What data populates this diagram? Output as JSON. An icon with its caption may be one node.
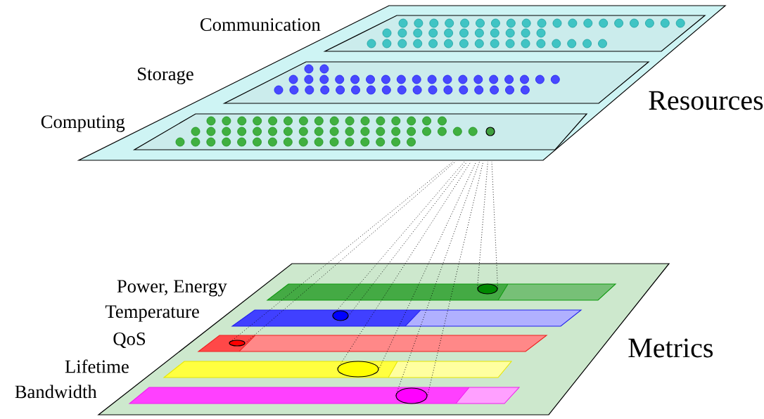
{
  "diagram": {
    "nodes": [
      {
        "text": [
          "Resources"
        ]
      },
      {
        "text": [
          "Communication"
        ],
        "in": 0
      },
      {
        "text": [
          "Storage"
        ],
        "in": 0
      },
      {
        "text": [
          "Computing"
        ],
        "in": 0
      },
      {
        "text": [],
        "shape": "circle",
        "in": 3
      },
      {
        "text": [
          "Metrics"
        ]
      },
      {
        "text": [
          "Power, Energy"
        ],
        "in": 5
      },
      {
        "text": [
          "Temperature"
        ],
        "in": 5
      },
      {
        "text": [
          "QoS"
        ],
        "in": 5
      },
      {
        "text": [
          "Lifetime"
        ],
        "in": 5
      },
      {
        "text": [
          "Bandwidth"
        ],
        "in": 5
      },
      {
        "text": [],
        "shape": "ellipse",
        "in": 6
      },
      {
        "text": [],
        "shape": "ellipse",
        "in": 7
      },
      {
        "text": [],
        "shape": "ellipse",
        "in": 8
      },
      {
        "text": [],
        "shape": "ellipse",
        "in": 9
      },
      {
        "text": [],
        "shape": "ellipse",
        "in": 10
      }
    ],
    "edges": [
      {
        "from": 4,
        "to": 11,
        "arrow": "none",
        "style": "dashed"
      },
      {
        "from": 4,
        "to": 12,
        "arrow": "none",
        "style": "dashed"
      },
      {
        "from": 4,
        "to": 13,
        "arrow": "none",
        "style": "dashed"
      },
      {
        "from": 4,
        "to": 14,
        "arrow": "none",
        "style": "dashed"
      },
      {
        "from": 4,
        "to": 15,
        "arrow": "none",
        "style": "dashed"
      }
    ]
  }
}
